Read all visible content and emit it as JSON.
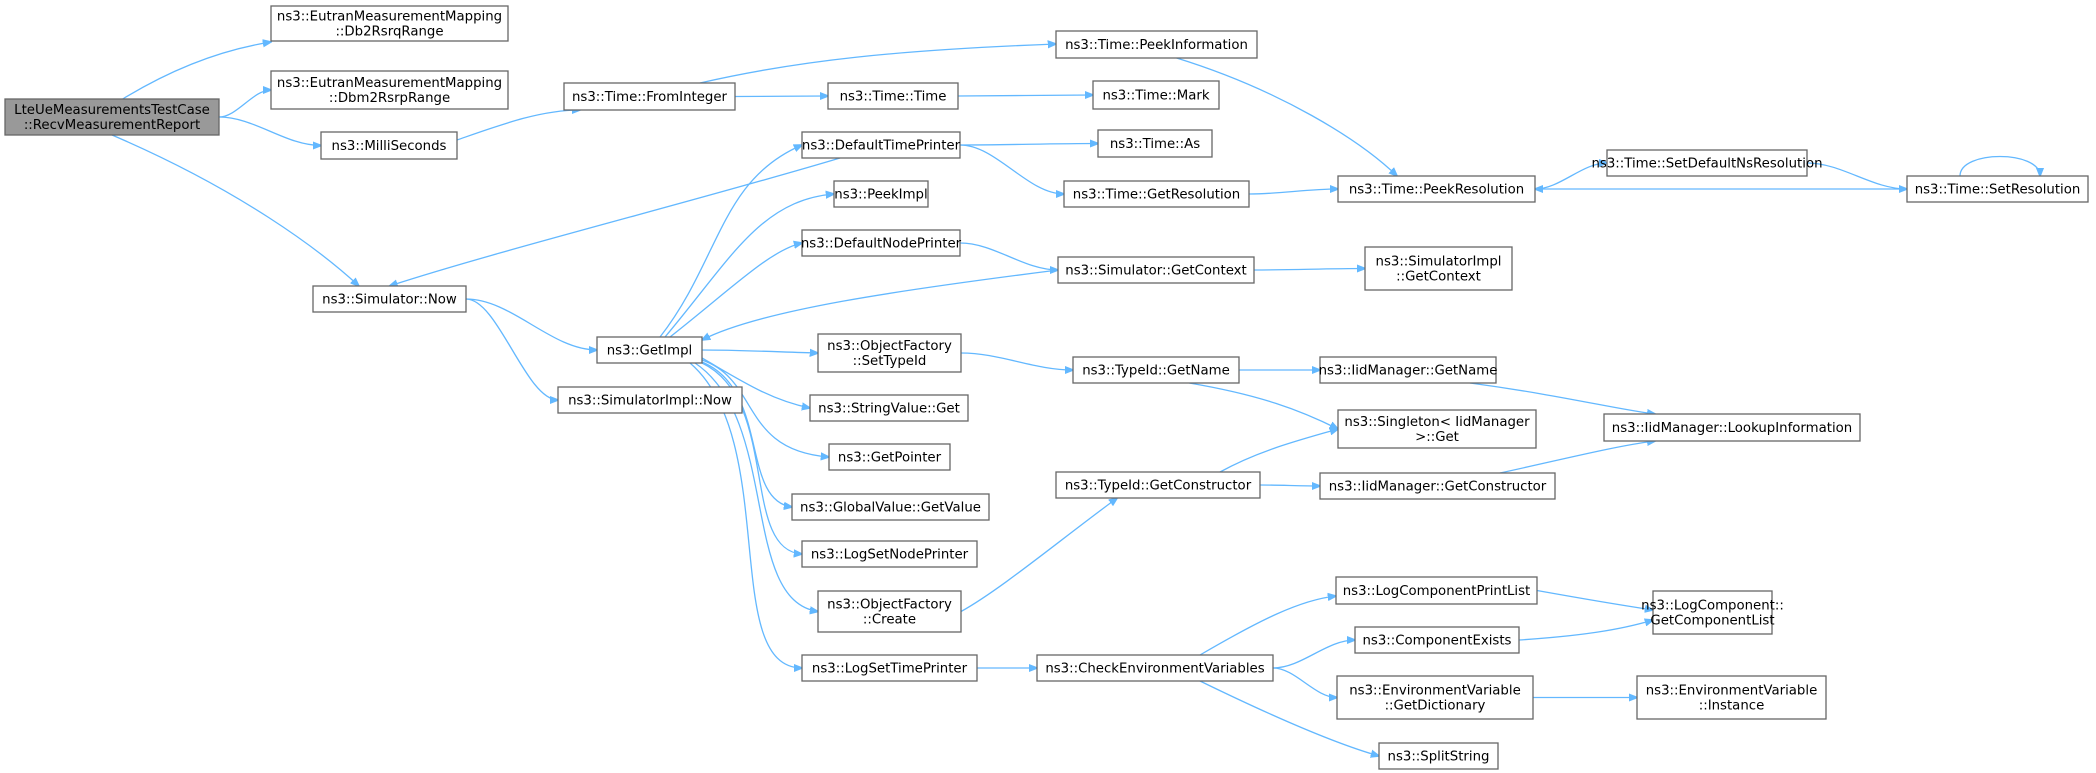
{
  "nodes": [
    {
      "id": "root",
      "lines": [
        "LteUeMeasurementsTestCase",
        "::RecvMeasurementReport"
      ],
      "root": true
    },
    {
      "id": "db2rsrq",
      "lines": [
        "ns3::EutranMeasurementMapping",
        "::Db2RsrqRange"
      ]
    },
    {
      "id": "dbm2rsrp",
      "lines": [
        "ns3::EutranMeasurementMapping",
        "::Dbm2RsrpRange"
      ]
    },
    {
      "id": "milli",
      "lines": [
        "ns3::MilliSeconds"
      ]
    },
    {
      "id": "simnow",
      "lines": [
        "ns3::Simulator::Now"
      ]
    },
    {
      "id": "frominteger",
      "lines": [
        "ns3::Time::FromInteger"
      ]
    },
    {
      "id": "getimpl",
      "lines": [
        "ns3::GetImpl"
      ]
    },
    {
      "id": "simimplnow",
      "lines": [
        "ns3::SimulatorImpl::Now"
      ]
    },
    {
      "id": "peekinfo",
      "lines": [
        "ns3::Time::PeekInformation"
      ]
    },
    {
      "id": "timetime",
      "lines": [
        "ns3::Time::Time"
      ]
    },
    {
      "id": "timemark",
      "lines": [
        "ns3::Time::Mark"
      ]
    },
    {
      "id": "deftimeprinter",
      "lines": [
        "ns3::DefaultTimePrinter"
      ]
    },
    {
      "id": "timeas",
      "lines": [
        "ns3::Time::As"
      ]
    },
    {
      "id": "getres",
      "lines": [
        "ns3::Time::GetResolution"
      ]
    },
    {
      "id": "peekres",
      "lines": [
        "ns3::Time::PeekResolution"
      ]
    },
    {
      "id": "setdefns",
      "lines": [
        "ns3::Time::SetDefaultNsResolution"
      ]
    },
    {
      "id": "setres",
      "lines": [
        "ns3::Time::SetResolution"
      ]
    },
    {
      "id": "peekimpl",
      "lines": [
        "ns3::PeekImpl"
      ]
    },
    {
      "id": "defnodeprinter",
      "lines": [
        "ns3::DefaultNodePrinter"
      ]
    },
    {
      "id": "simgetctx",
      "lines": [
        "ns3::Simulator::GetContext"
      ]
    },
    {
      "id": "simimplgetctx",
      "lines": [
        "ns3::SimulatorImpl",
        "::GetContext"
      ]
    },
    {
      "id": "ofsettypeid",
      "lines": [
        "ns3::ObjectFactory",
        "::SetTypeId"
      ]
    },
    {
      "id": "typeidgetname",
      "lines": [
        "ns3::TypeId::GetName"
      ]
    },
    {
      "id": "iidgetname",
      "lines": [
        "ns3::IidManager::GetName"
      ]
    },
    {
      "id": "stringvalueget",
      "lines": [
        "ns3::StringValue::Get"
      ]
    },
    {
      "id": "singletonget",
      "lines": [
        "ns3::Singleton< IidManager",
        ">::Get"
      ]
    },
    {
      "id": "iidlookup",
      "lines": [
        "ns3::IidManager::LookupInformation"
      ]
    },
    {
      "id": "getpointer",
      "lines": [
        "ns3::GetPointer"
      ]
    },
    {
      "id": "typeidgetctor",
      "lines": [
        "ns3::TypeId::GetConstructor"
      ]
    },
    {
      "id": "iidgetctor",
      "lines": [
        "ns3::IidManager::GetConstructor"
      ]
    },
    {
      "id": "globalvalueget",
      "lines": [
        "ns3::GlobalValue::GetValue"
      ]
    },
    {
      "id": "logsetnodeprinter",
      "lines": [
        "ns3::LogSetNodePrinter"
      ]
    },
    {
      "id": "ofcreate",
      "lines": [
        "ns3::ObjectFactory",
        "::Create"
      ]
    },
    {
      "id": "logcompprintlist",
      "lines": [
        "ns3::LogComponentPrintList"
      ]
    },
    {
      "id": "logcompgetlist",
      "lines": [
        "ns3::LogComponent::",
        "GetComponentList"
      ]
    },
    {
      "id": "compexists",
      "lines": [
        "ns3::ComponentExists"
      ]
    },
    {
      "id": "logsettimeprinter",
      "lines": [
        "ns3::LogSetTimePrinter"
      ]
    },
    {
      "id": "checkenv",
      "lines": [
        "ns3::CheckEnvironmentVariables"
      ]
    },
    {
      "id": "envgetdict",
      "lines": [
        "ns3::EnvironmentVariable",
        "::GetDictionary"
      ]
    },
    {
      "id": "envinstance",
      "lines": [
        "ns3::EnvironmentVariable",
        "::Instance"
      ]
    },
    {
      "id": "splitstring",
      "lines": [
        "ns3::SplitString"
      ]
    }
  ],
  "edges": [
    [
      "root",
      "db2rsrq"
    ],
    [
      "root",
      "dbm2rsrp"
    ],
    [
      "root",
      "milli"
    ],
    [
      "root",
      "simnow"
    ],
    [
      "milli",
      "frominteger"
    ],
    [
      "frominteger",
      "peekinfo"
    ],
    [
      "frominteger",
      "timetime"
    ],
    [
      "timetime",
      "timemark"
    ],
    [
      "peekinfo",
      "peekres"
    ],
    [
      "simnow",
      "getimpl"
    ],
    [
      "simnow",
      "simimplnow"
    ],
    [
      "getimpl",
      "deftimeprinter"
    ],
    [
      "getimpl",
      "peekimpl"
    ],
    [
      "getimpl",
      "defnodeprinter"
    ],
    [
      "getimpl",
      "ofsettypeid"
    ],
    [
      "getimpl",
      "stringvalueget"
    ],
    [
      "getimpl",
      "getpointer"
    ],
    [
      "getimpl",
      "globalvalueget"
    ],
    [
      "getimpl",
      "logsetnodeprinter"
    ],
    [
      "getimpl",
      "ofcreate"
    ],
    [
      "getimpl",
      "logsettimeprinter"
    ],
    [
      "deftimeprinter",
      "simnow"
    ],
    [
      "deftimeprinter",
      "timeas"
    ],
    [
      "deftimeprinter",
      "getres"
    ],
    [
      "getres",
      "peekres"
    ],
    [
      "peekres",
      "setdefns"
    ],
    [
      "setdefns",
      "setres"
    ],
    [
      "setres",
      "peekres"
    ],
    [
      "setres",
      "setres"
    ],
    [
      "defnodeprinter",
      "simgetctx"
    ],
    [
      "simgetctx",
      "getimpl"
    ],
    [
      "simgetctx",
      "simimplgetctx"
    ],
    [
      "ofsettypeid",
      "typeidgetname"
    ],
    [
      "typeidgetname",
      "iidgetname"
    ],
    [
      "typeidgetname",
      "singletonget"
    ],
    [
      "iidgetname",
      "iidlookup"
    ],
    [
      "ofcreate",
      "typeidgetctor"
    ],
    [
      "typeidgetctor",
      "singletonget"
    ],
    [
      "typeidgetctor",
      "iidgetctor"
    ],
    [
      "iidgetctor",
      "iidlookup"
    ],
    [
      "logsettimeprinter",
      "checkenv"
    ],
    [
      "checkenv",
      "logcompprintlist"
    ],
    [
      "checkenv",
      "compexists"
    ],
    [
      "checkenv",
      "envgetdict"
    ],
    [
      "checkenv",
      "splitstring"
    ],
    [
      "logcompprintlist",
      "logcompgetlist"
    ],
    [
      "compexists",
      "logcompgetlist"
    ],
    [
      "envgetdict",
      "envinstance"
    ]
  ]
}
